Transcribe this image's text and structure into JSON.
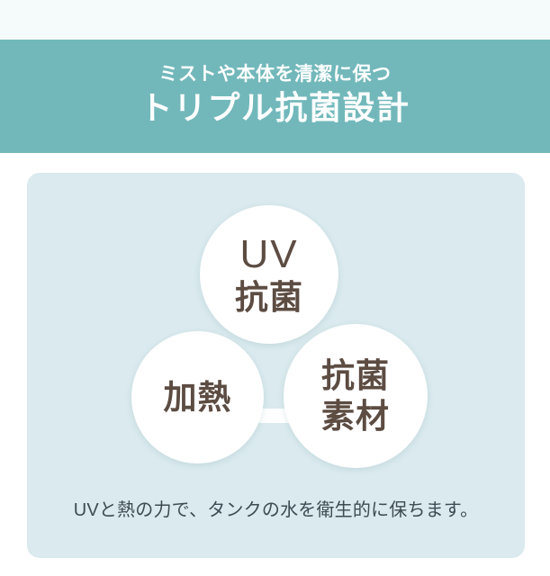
{
  "banner": {
    "subtitle": "ミストや本体を清潔に保つ",
    "title": "トリプル抗菌設計",
    "background_color": "#72b8bb",
    "text_color": "#ffffff"
  },
  "panel": {
    "background_color": "#daeaee"
  },
  "venn": {
    "circle_fill": "#ffffff",
    "label_color": "#5c4c42",
    "circles": [
      {
        "name": "uv",
        "line_1": "UV",
        "line_2": "抗菌"
      },
      {
        "name": "heat",
        "line_1": "加熱"
      },
      {
        "name": "material",
        "line_1": "抗菌",
        "line_2": "素材"
      }
    ]
  },
  "caption": {
    "text": "UVと熱の力で、タンクの水を衛生的に保ちます。",
    "color": "#3d4b52"
  }
}
